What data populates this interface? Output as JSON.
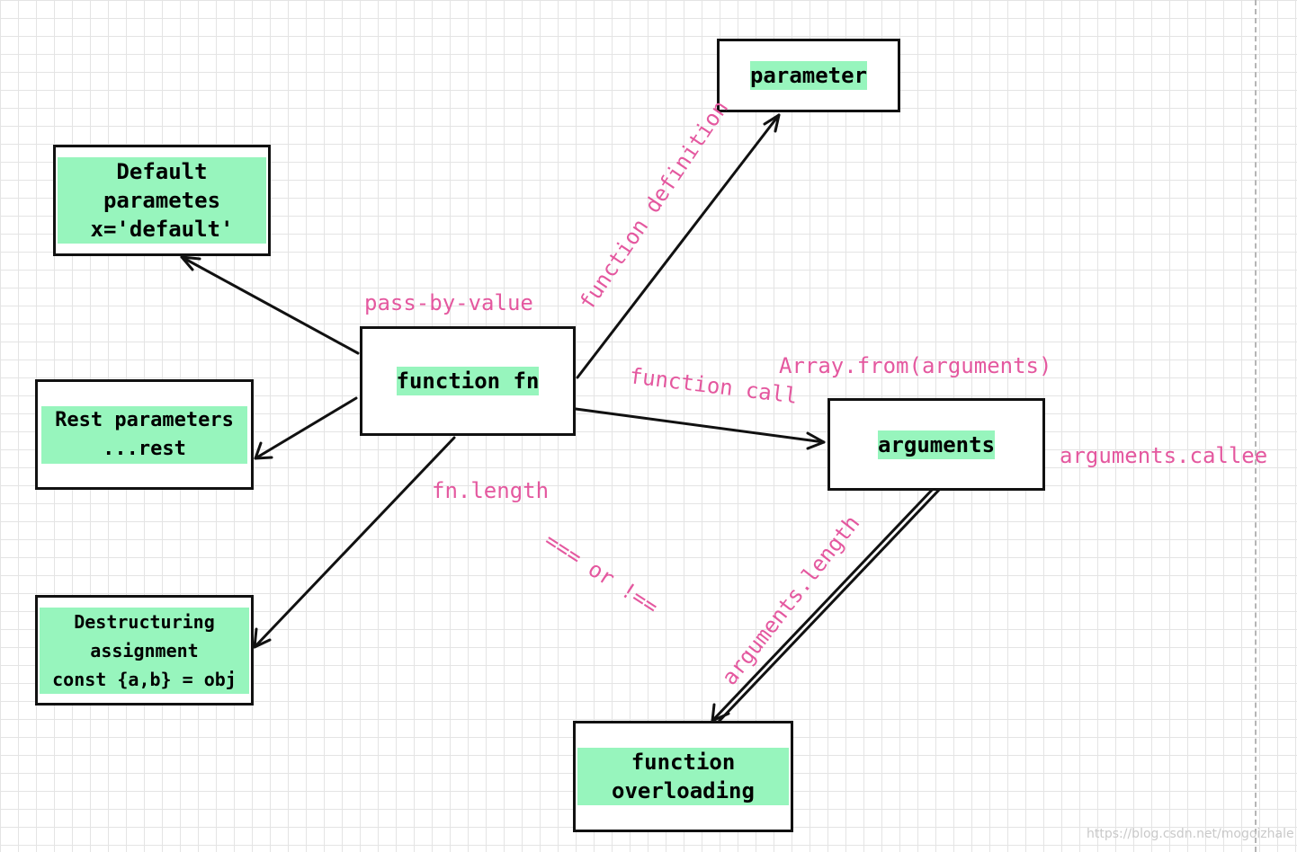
{
  "nodes": {
    "function_fn": "function fn",
    "parameter": "parameter",
    "default_params": "Default\nparametes\nx='default'",
    "rest_params": "Rest parameters\n...rest",
    "destructuring": "Destructuring\nassignment\nconst {a,b} = obj",
    "arguments": "arguments",
    "overloading": "function\noverloading"
  },
  "labels": {
    "pass_by_value": "pass-by-value",
    "function_definition": "function definition",
    "function_call": "function call",
    "array_from": "Array.from(arguments)",
    "arguments_callee": "arguments.callee",
    "fn_length": "fn.length",
    "equality": "=== or !==",
    "arguments_length": "arguments.length"
  },
  "watermark": "https://blog.csdn.net/mogoizhale",
  "colors": {
    "node_fill": "#97f5bd",
    "label_text": "#e4589f",
    "stroke": "#111111"
  }
}
